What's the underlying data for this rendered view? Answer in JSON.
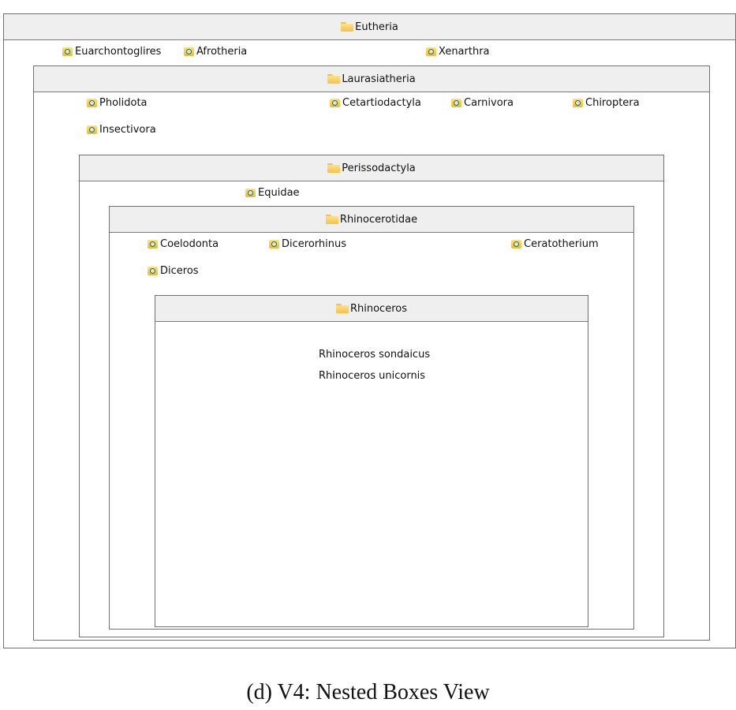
{
  "boxes": {
    "eutheria": {
      "title": "Eutheria",
      "children": [
        "Euarchontoglires",
        "Afrotheria",
        "Xenarthra"
      ]
    },
    "laurasiatheria": {
      "title": "Laurasiatheria",
      "children": [
        "Pholidota",
        "Cetartiodactyla",
        "Carnivora",
        "Chiroptera",
        "Insectivora"
      ]
    },
    "perissodactyla": {
      "title": "Perissodactyla",
      "children": [
        "Equidae"
      ]
    },
    "rhinocerotidae": {
      "title": "Rhinocerotidae",
      "children": [
        "Coelodonta",
        "Dicerorhinus",
        "Ceratotherium",
        "Diceros"
      ]
    },
    "rhinoceros": {
      "title": "Rhinoceros",
      "species": [
        "Rhinoceros sondaicus",
        "Rhinoceros unicornis"
      ]
    }
  },
  "caption": "(d)  V4: Nested Boxes View"
}
